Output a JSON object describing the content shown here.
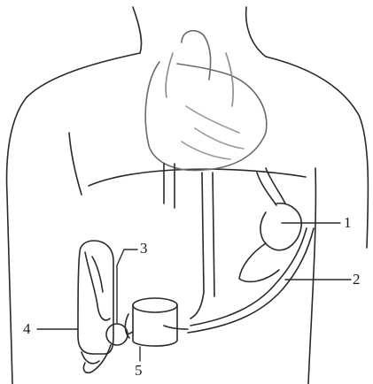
{
  "diagram": {
    "labels": {
      "l1": "1",
      "l2": "2",
      "l3": "3",
      "l4": "4",
      "l5": "5"
    },
    "colors": {
      "line": "#2a2a2a",
      "light_line": "#7a7a7a",
      "background": "#ffffff"
    }
  }
}
